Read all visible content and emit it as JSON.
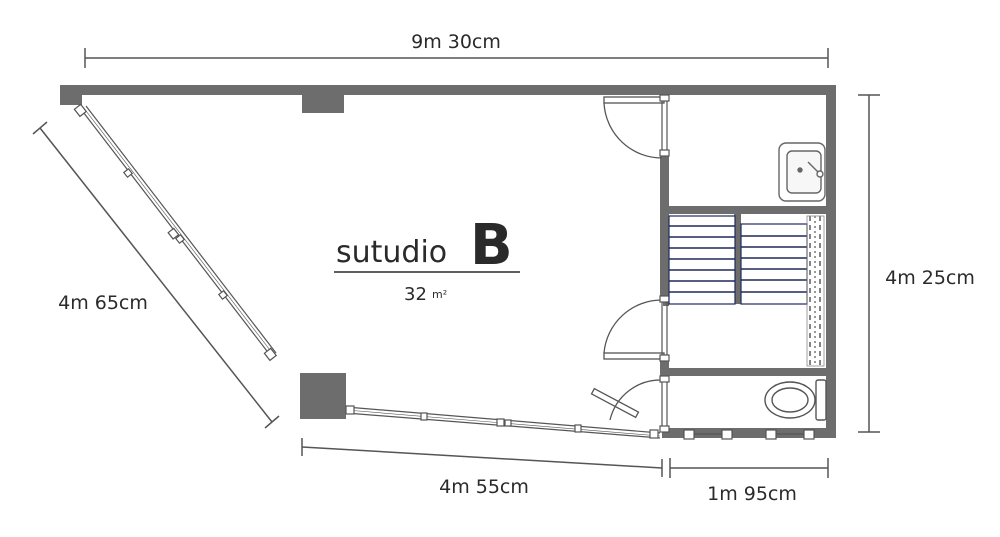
{
  "studio": {
    "name": "sutudio",
    "letter": "B",
    "area_value": "32",
    "area_unit": "m²"
  },
  "dimensions": {
    "top_width": "9m 30cm",
    "diagonal_wall": "4m 65cm",
    "right_height": "4m 25cm",
    "bottom_main": "4m 55cm",
    "bottom_right": "1m 95cm"
  },
  "colors": {
    "wall": "#6d6d6d",
    "dim_line": "#555555",
    "stair_stroke": "#1f2a5a",
    "text": "#2a2a2a"
  }
}
